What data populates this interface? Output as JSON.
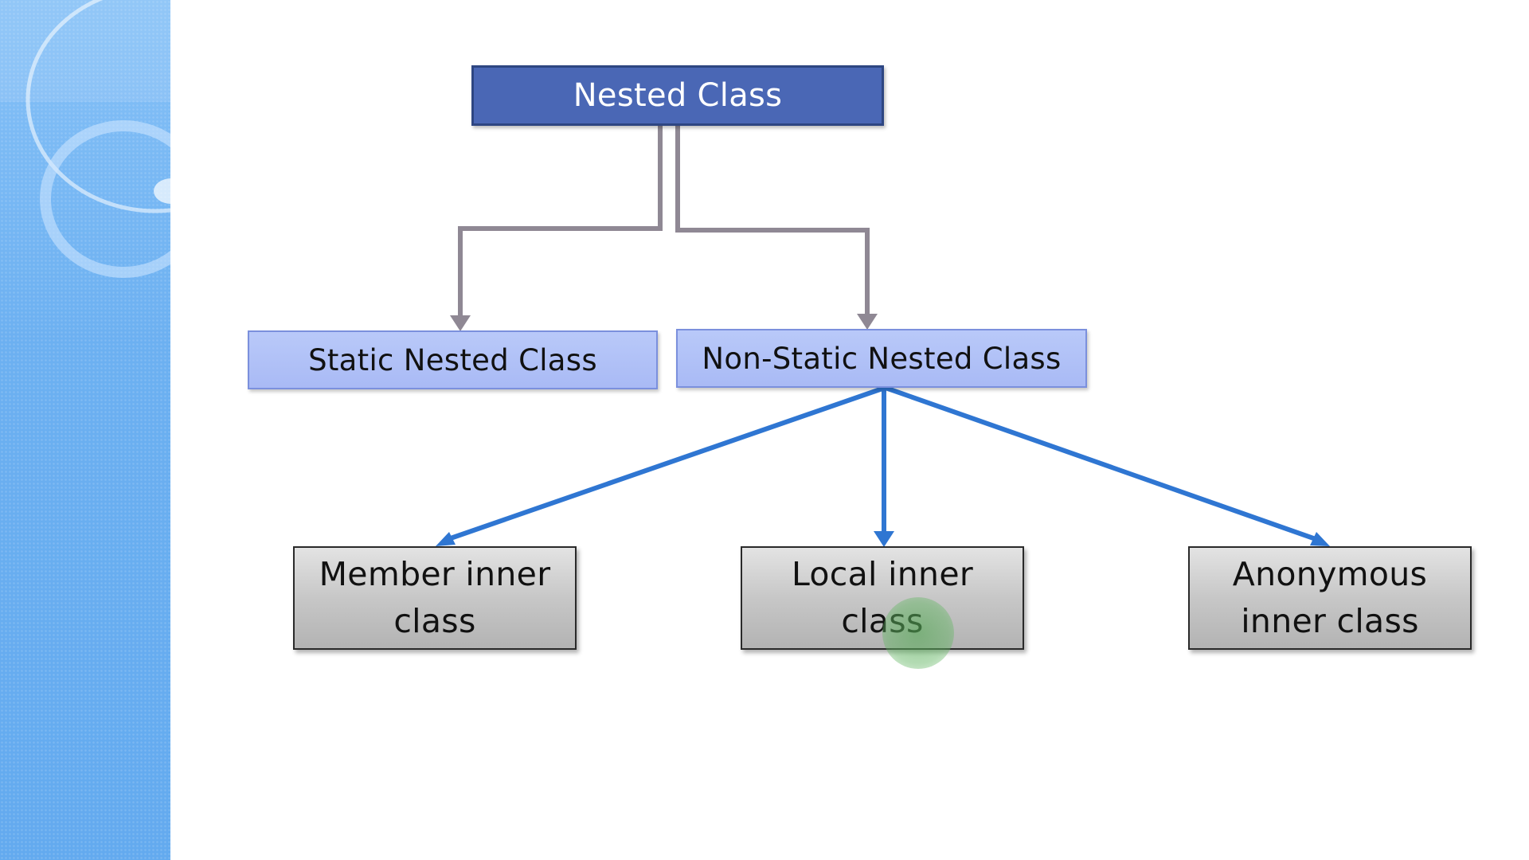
{
  "diagram": {
    "root": {
      "label": "Nested Class"
    },
    "level1": [
      {
        "id": "static",
        "label": "Static Nested Class"
      },
      {
        "id": "nonstatic",
        "label": "Non-Static Nested Class"
      }
    ],
    "level2": [
      {
        "id": "member",
        "label": "Member inner\nclass"
      },
      {
        "id": "local",
        "label": "Local inner\nclass"
      },
      {
        "id": "anonymous",
        "label": "Anonymous\ninner class"
      }
    ],
    "colors": {
      "root_fill": "#4a67b5",
      "level1_fill": "#b0c1f7",
      "level2_fill": "#c7c7c7",
      "root_connector": "#8f8894",
      "child_connector": "#2f76d2",
      "side_panel": "#6fb1f2",
      "cursor_highlight": "#5aaa5a"
    }
  }
}
